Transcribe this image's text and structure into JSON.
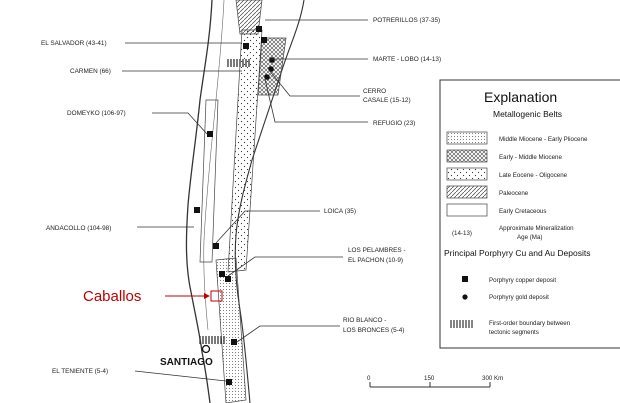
{
  "deposits": {
    "potrerillos": "POTRERILLOS (37-35)",
    "el_salvador": "EL SALVADOR (43-41)",
    "marte_lobo": "MARTE - LOBO (14-13)",
    "carmen": "CARMEN (66)",
    "cerro_casale_1": "CERRO",
    "cerro_casale_2": "CASALE (15-12)",
    "refugio": "REFUGIO (23)",
    "domeyko": "DOMEYKO (106-97)",
    "loica": "LOICA (35)",
    "andacollo": "ANDACOLLO (104-98)",
    "los_pelambres_1": "LOS PELAMBRES -",
    "los_pelambres_2": "EL PACHON (10-9)",
    "rio_blanco_1": "RIO BLANCO -",
    "rio_blanco_2": "LOS BRONCES (5-4)",
    "el_teniente": "EL TENIENTE (5-4)"
  },
  "caballos": "Caballos",
  "city": "SANTIAGO",
  "legend": {
    "title": "Explanation",
    "belts_title": "Metallogenic Belts",
    "belts": [
      "Middle Miocene - Early Pliocene",
      "Early - Middle Miocene",
      "Late Eocene - Oligocene",
      "Paleocene",
      "Early Cretaceous"
    ],
    "age_label": "(14-13)",
    "age_text_1": "Approximate Mineralization",
    "age_text_2": "Age (Ma)",
    "deposits_title": "Principal Porphyry Cu and Au Deposits",
    "copper": "Porphyry copper deposit",
    "gold": "Porphyry gold deposit",
    "boundary_1": "First-order boundary between",
    "boundary_2": "tectonic segments"
  },
  "scale": {
    "zero": "0",
    "mid": "150",
    "end": "300 Km"
  },
  "colors": {
    "caballos": "#c00000",
    "ink": "#222222"
  }
}
